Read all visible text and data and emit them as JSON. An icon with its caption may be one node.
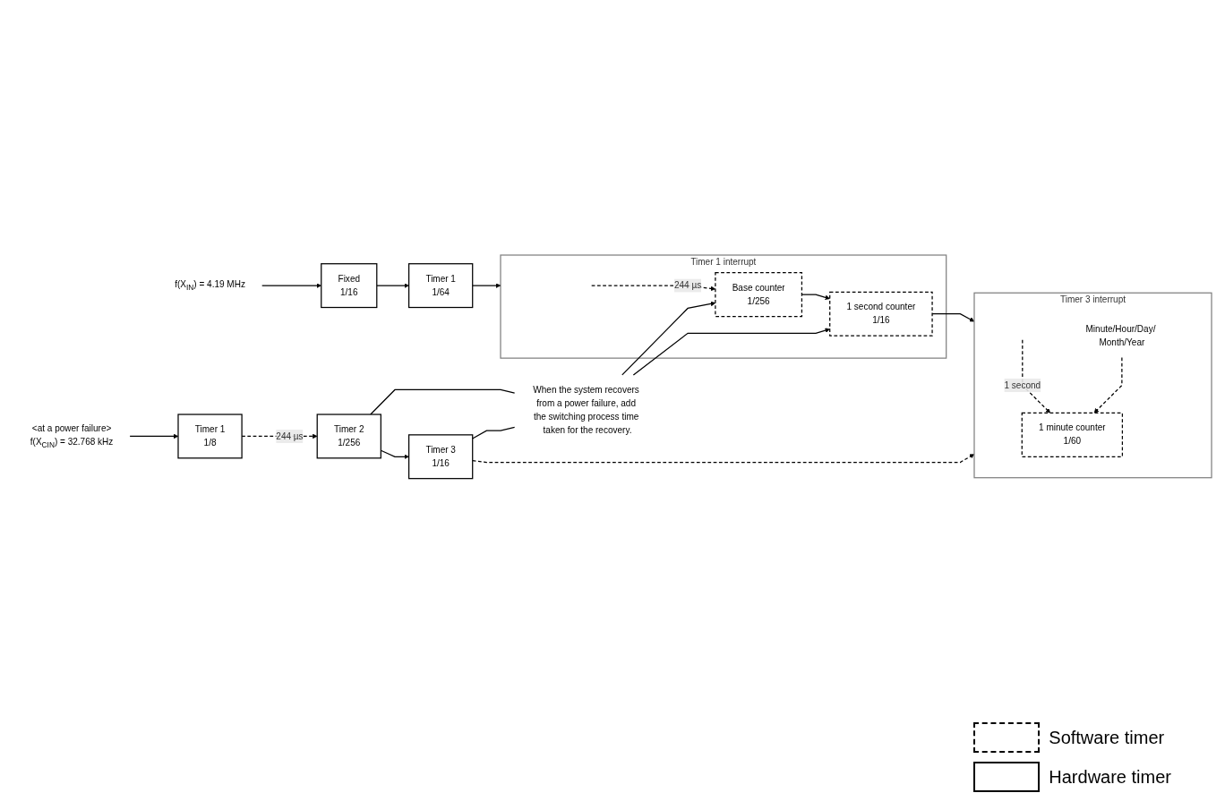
{
  "diagram": {
    "nodes": [
      {
        "text": [
          "f(X$_{IN}$) = 4.19 MHz"
        ]
      },
      {
        "text": [
          "Fixed",
          "1/16"
        ]
      },
      {
        "text": [
          "Timer 1",
          "1/64"
        ]
      },
      {
        "text": [
          "Timer 1 interrupt"
        ]
      },
      {
        "text": [
          "Base counter",
          "1/256"
        ],
        "in": 3
      },
      {
        "text": [
          "1 second counter",
          "1/16"
        ],
        "in": 3
      },
      {
        "text": [
          "Timer 3 interrupt"
        ]
      },
      {
        "text": [
          "1 minute counter",
          "1/60"
        ],
        "in": 6
      },
      {
        "text": [
          "Minute/Hour/Day/ Month/Year"
        ],
        "in": 6
      },
      {
        "text": [
          "When the system recovers from a power failure, add the switching process time taken for the recovery."
        ]
      },
      {
        "text": [
          "<at a power failure>",
          "f(X$_{CIN}$) = 32.768 kHz"
        ]
      },
      {
        "text": [
          "Timer 1",
          "1/8"
        ]
      },
      {
        "text": [
          "Timer 2",
          "1/256"
        ]
      },
      {
        "text": [
          "Timer 3",
          "1/16"
        ]
      }
    ],
    "edges": [
      {
        "from": 0,
        "to": 1,
        "arrow": "to"
      },
      {
        "from": 1,
        "to": 2,
        "arrow": "to"
      },
      {
        "from": 2,
        "to": 3,
        "arrow": "to"
      },
      {
        "from": null,
        "to": 4,
        "arrow": "to",
        "label": "244 µs",
        "style": "dashed"
      },
      {
        "from": 4,
        "to": 5,
        "arrow": "to"
      },
      {
        "from": 5,
        "to": 6,
        "arrow": "to"
      },
      {
        "from": null,
        "to": 7,
        "arrow": "to",
        "label": "1 second",
        "style": "dashed"
      },
      {
        "from": 8,
        "to": 7,
        "arrow": "to",
        "style": "dashed"
      },
      {
        "from": 9,
        "to": 4,
        "arrow": "to"
      },
      {
        "from": 9,
        "to": 5,
        "arrow": "to"
      },
      {
        "from": 10,
        "to": 11,
        "arrow": "to"
      },
      {
        "from": 11,
        "to": 12,
        "arrow": "to",
        "label": "244 µs",
        "style": "dashed"
      },
      {
        "from": 12,
        "to": 13,
        "arrow": "to"
      },
      {
        "from": 13,
        "to": 6,
        "arrow": "to",
        "style": "dashed"
      },
      {
        "from": 12,
        "to": 9,
        "arrow": "none"
      },
      {
        "from": 13,
        "to": 9,
        "arrow": "none"
      }
    ],
    "legend": [
      {
        "text": "Software timer"
      },
      {
        "text": "Hardware timer"
      }
    ]
  }
}
